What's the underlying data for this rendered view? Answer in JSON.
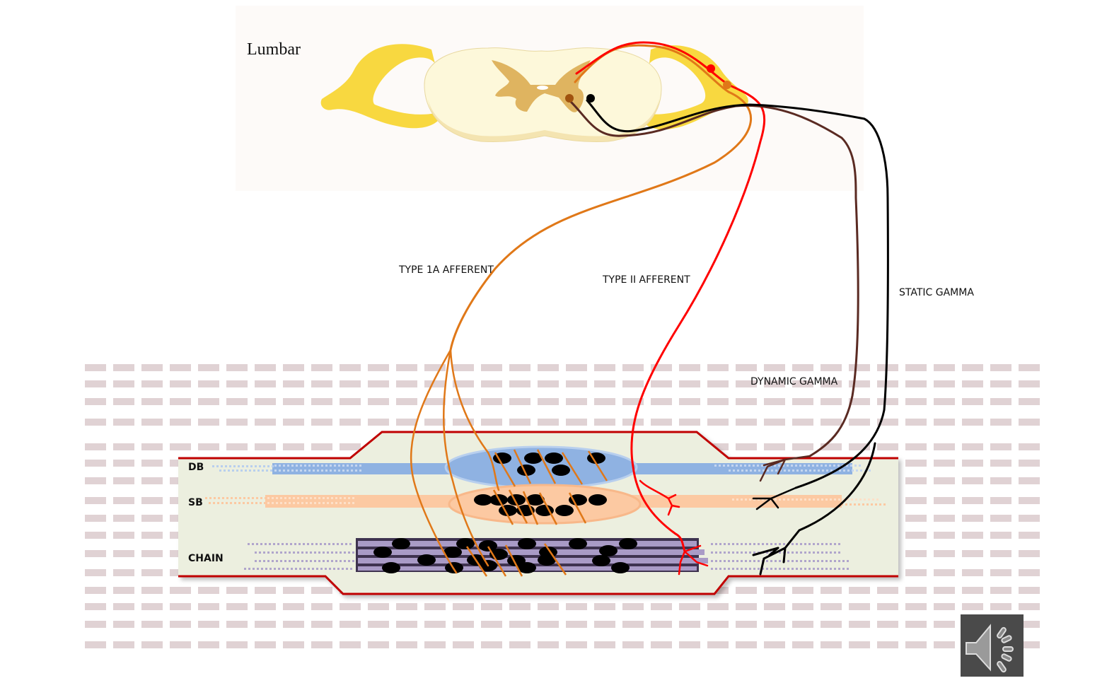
{
  "section_title": "Lumbar",
  "labels": {
    "type_1a": "TYPE 1A  AFFERENT",
    "type_2": "TYPE II  AFFERENT",
    "static_gamma": "STATIC  GAMMA",
    "dynamic_gamma": "DYNAMIC  GAMMA"
  },
  "fiber_rows": {
    "db": "DB",
    "sb": "SB",
    "chain": "CHAIN"
  },
  "colors": {
    "type_1a": "#e07818",
    "type_2": "#ff0000",
    "dynamic_gamma": "#5a2a22",
    "static_gamma": "#000000",
    "capsule_border": "#c00000",
    "capsule_fill": "#ecefdf",
    "db_fiber": "#8fb2e2",
    "sb_fiber": "#fcc9a2",
    "chain_fiber": "#a99bc6",
    "cord_white_matter": "#fdf6d6",
    "cord_grey_matter": "#d9a84a",
    "nerve_root": "#f8d840",
    "background_dash": "#e0d2d4"
  },
  "audio": {
    "icon": "speaker-icon"
  }
}
